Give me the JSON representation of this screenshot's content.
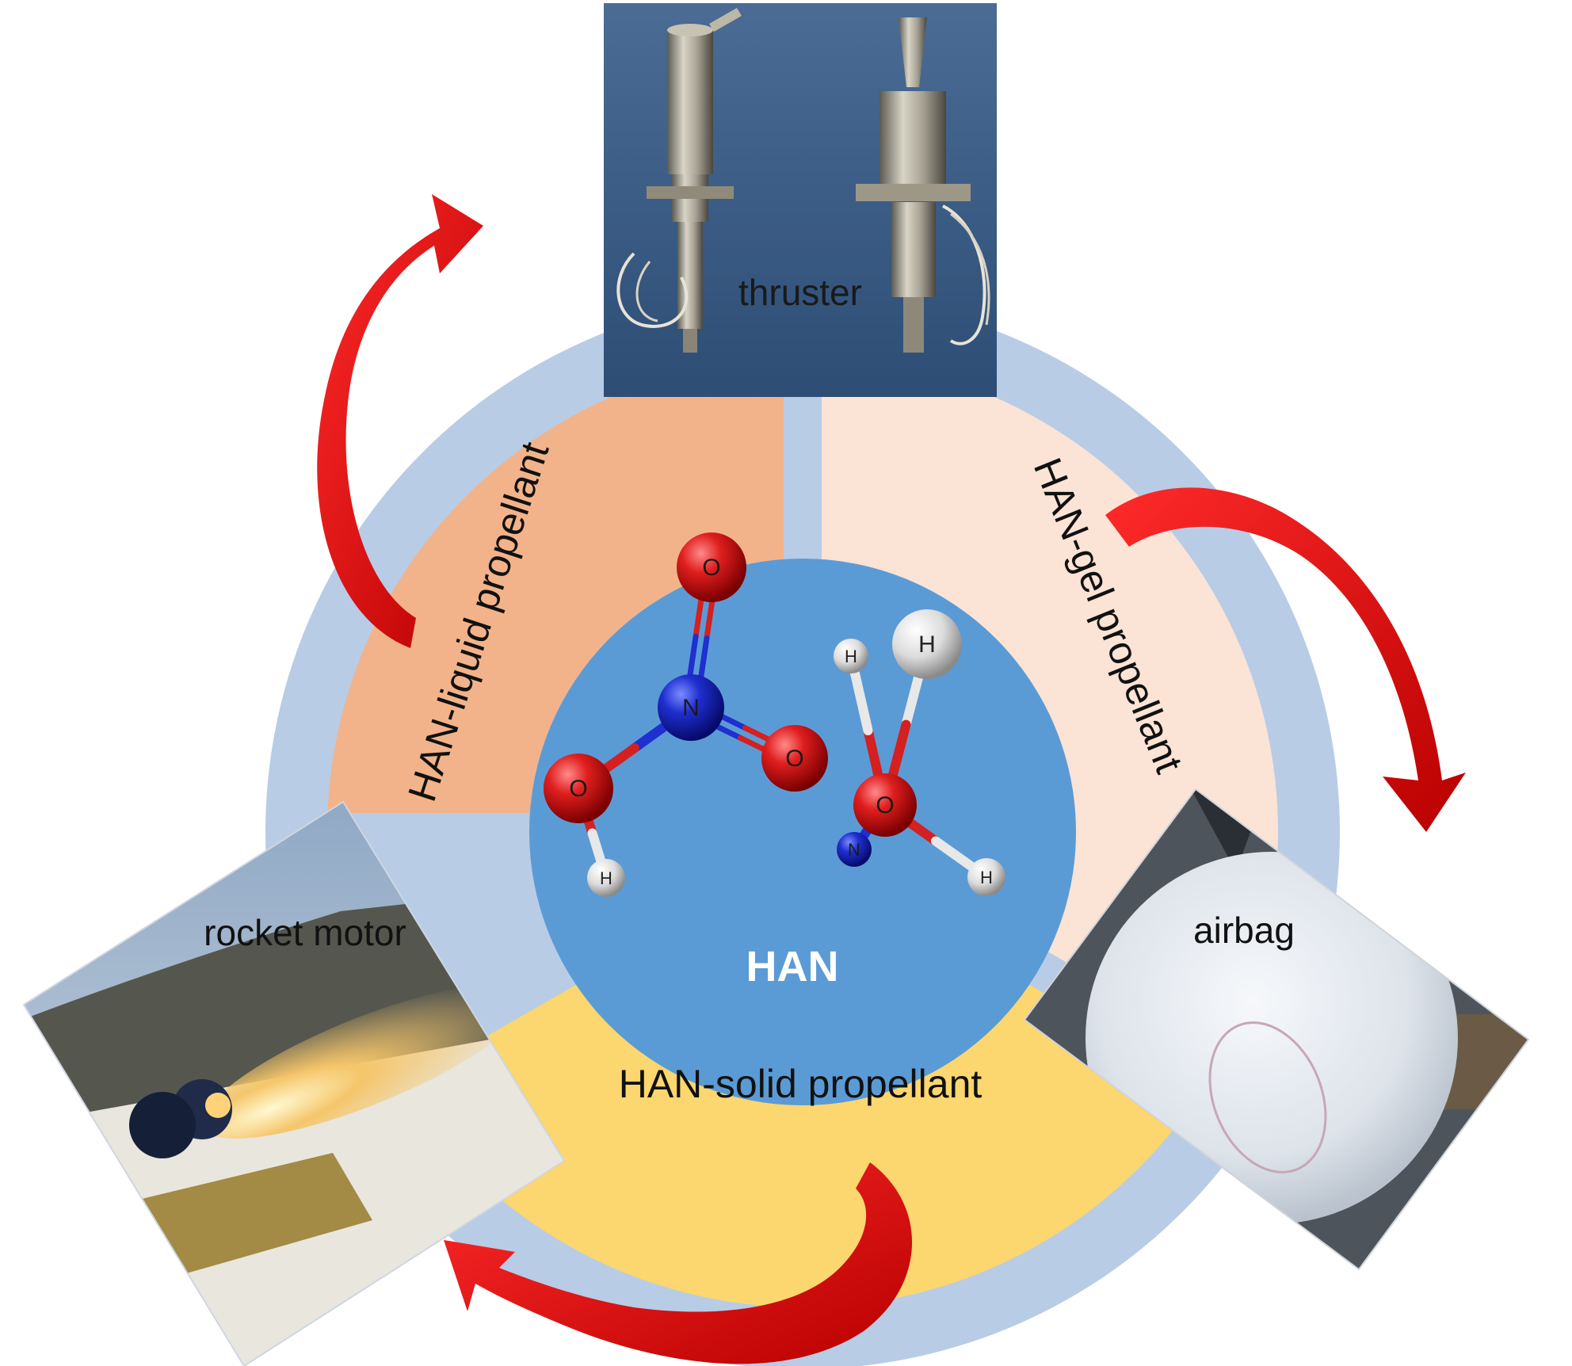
{
  "center": {
    "label": "HAN"
  },
  "segments": [
    {
      "id": "liquid",
      "label": "HAN-liquid propellant",
      "color": "#f2b38a"
    },
    {
      "id": "gel",
      "label": "HAN-gel propellant",
      "color": "#fbe3d5"
    },
    {
      "id": "solid",
      "label": "HAN-solid propellant",
      "color": "#fcd66e"
    }
  ],
  "applications": [
    {
      "id": "thruster",
      "label": "thruster"
    },
    {
      "id": "airbag",
      "label": "airbag"
    },
    {
      "id": "rocket-motor",
      "label": "rocket motor"
    }
  ],
  "molecule": {
    "atoms": [
      {
        "symbol": "O",
        "element": "oxygen"
      },
      {
        "symbol": "N",
        "element": "nitrogen"
      },
      {
        "symbol": "O",
        "element": "oxygen"
      },
      {
        "symbol": "O",
        "element": "oxygen"
      },
      {
        "symbol": "H",
        "element": "hydrogen"
      },
      {
        "symbol": "H",
        "element": "hydrogen"
      },
      {
        "symbol": "O",
        "element": "oxygen"
      },
      {
        "symbol": "N",
        "element": "nitrogen"
      },
      {
        "symbol": "H",
        "element": "hydrogen"
      },
      {
        "symbol": "H",
        "element": "hydrogen"
      }
    ]
  },
  "colors": {
    "outer_ring": "#b8cce6",
    "center_disk": "#5b9bd5",
    "arrow": "#e41a1c",
    "oxygen": "#d42020",
    "nitrogen": "#1f2fd0",
    "hydrogen": "#e8e8e8"
  }
}
